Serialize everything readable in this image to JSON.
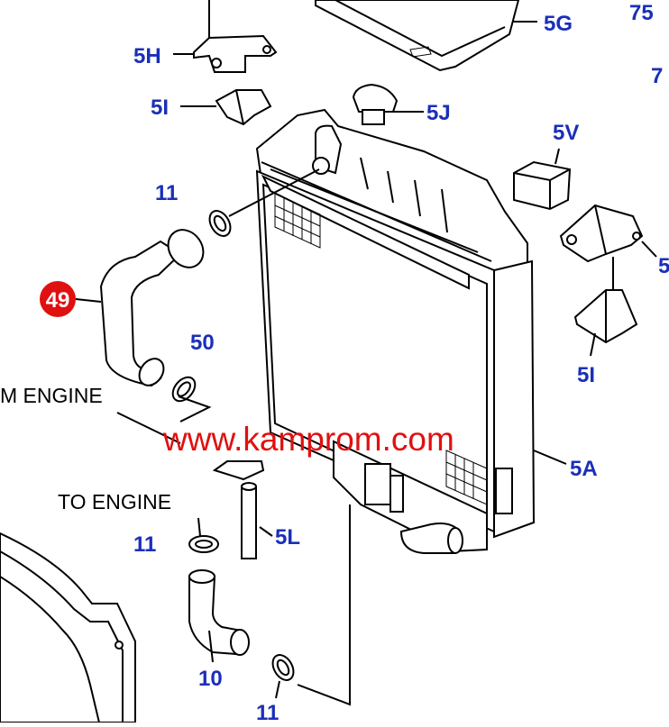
{
  "labels": {
    "75": "75",
    "7": "7",
    "5G": "5G",
    "5H": "5H",
    "5I_top": "5I",
    "5J": "5J",
    "5V": "5V",
    "5_right": "5",
    "5I_right": "5I",
    "11_upper": "11",
    "49": "49",
    "50": "50",
    "5A": "5A",
    "5L": "5L",
    "11_mid": "11",
    "10": "10",
    "11_bottom": "11"
  },
  "notes": {
    "from_engine": "M ENGINE",
    "to_engine": "TO ENGINE"
  },
  "watermark": "www.kamprom.com",
  "colors": {
    "label": "#1a2fb8",
    "highlight_badge": "#e01010",
    "watermark": "#e01010",
    "line": "#000000"
  }
}
